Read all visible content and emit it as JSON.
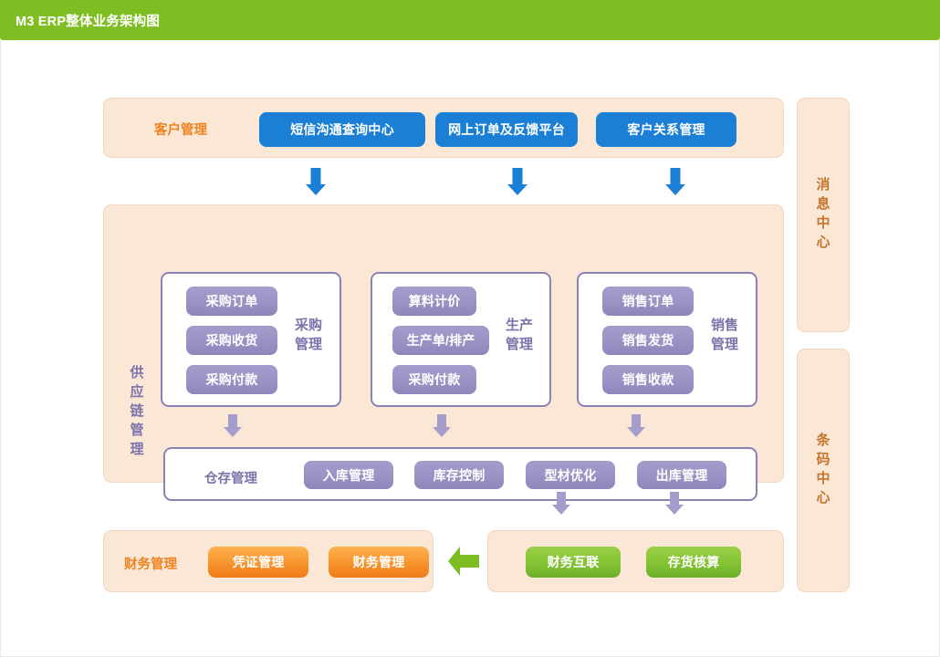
{
  "header": {
    "title": "M3 ERP整体业务架构图",
    "bg_color": "#7fbe22",
    "text_color": "#ffffff"
  },
  "colors": {
    "panel_bg": "#fae7d6",
    "panel_border": "#f1d7bf",
    "blue": "#1c7fd6",
    "purple": "#8e85bb",
    "orange": "#f0821e",
    "green": "#7fbe22",
    "label_orange": "#f0821e",
    "label_purple": "#7b73aa",
    "label_brown": "#c5752c",
    "canvas_bg": "#ffffff"
  },
  "customer_section": {
    "label": "客户管理",
    "buttons": [
      {
        "label": "短信沟通查询中心",
        "color": "blue"
      },
      {
        "label": "网上订单及反馈平台",
        "color": "blue"
      },
      {
        "label": "客户关系管理",
        "color": "blue"
      }
    ]
  },
  "flow_arrows_top": [
    {
      "name": "arrow-customer-to-purchase",
      "color": "#1c7fd6",
      "direction": "down"
    },
    {
      "name": "arrow-customer-to-production",
      "color": "#1c7fd6",
      "direction": "down"
    },
    {
      "name": "arrow-customer-to-sales",
      "color": "#1c7fd6",
      "direction": "down"
    }
  ],
  "supply_chain_section": {
    "label": "供应链管理",
    "modules": [
      {
        "name": "purchase",
        "title": "采购\n管理",
        "buttons": [
          {
            "label": "采购订单"
          },
          {
            "label": "采购收货"
          },
          {
            "label": "采购付款"
          }
        ]
      },
      {
        "name": "production",
        "title": "生产\n管理",
        "buttons": [
          {
            "label": "算料计价"
          },
          {
            "label": "生产单/排产"
          },
          {
            "label": "采购付款"
          }
        ]
      },
      {
        "name": "sales",
        "title": "销售\n管理",
        "buttons": [
          {
            "label": "销售订单"
          },
          {
            "label": "销售发货"
          },
          {
            "label": "销售收款"
          }
        ]
      }
    ],
    "module_arrows": [
      {
        "name": "arrow-purchase-to-warehouse",
        "color": "#a49ccb",
        "direction": "down"
      },
      {
        "name": "arrow-production-to-warehouse",
        "color": "#a49ccb",
        "direction": "down"
      },
      {
        "name": "arrow-sales-to-warehouse",
        "color": "#a49ccb",
        "direction": "down"
      }
    ],
    "warehouse": {
      "label": "仓存管理",
      "buttons": [
        {
          "label": "入库管理"
        },
        {
          "label": "库存控制"
        },
        {
          "label": "型材优化"
        },
        {
          "label": "出库管理"
        }
      ]
    }
  },
  "flow_arrows_bottom": [
    {
      "name": "arrow-supplychain-to-finance-link",
      "color": "#a49ccb",
      "direction": "down"
    },
    {
      "name": "arrow-supplychain-to-inventory-accounting",
      "color": "#a49ccb",
      "direction": "down"
    }
  ],
  "finance_section": {
    "label": "财务管理",
    "buttons": [
      {
        "label": "凭证管理",
        "color": "orange"
      },
      {
        "label": "财务管理",
        "color": "orange"
      }
    ]
  },
  "finance_arrow": {
    "name": "arrow-accounting-to-finance",
    "color": "#7fbe22",
    "direction": "left"
  },
  "accounting_section": {
    "buttons": [
      {
        "label": "财务互联",
        "color": "green"
      },
      {
        "label": "存货核算",
        "color": "green"
      }
    ]
  },
  "side_panels": [
    {
      "name": "message-center",
      "label": "消息中心"
    },
    {
      "name": "barcode-center",
      "label": "条码中心"
    }
  ]
}
